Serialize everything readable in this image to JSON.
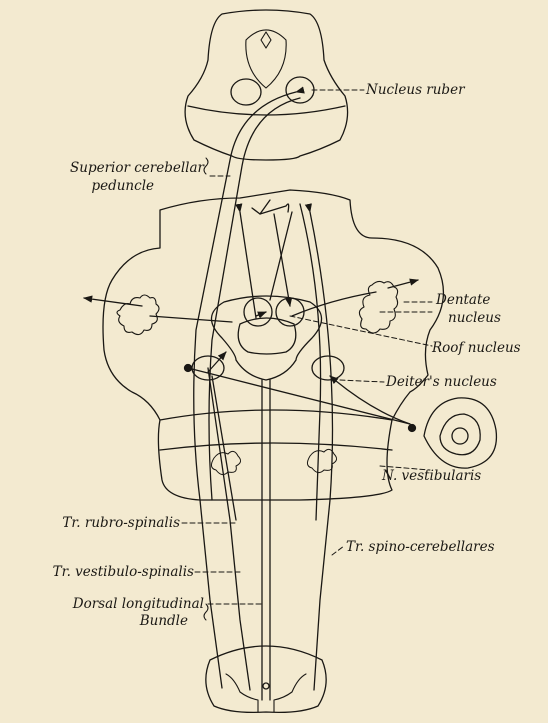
{
  "labels": {
    "nucleus_ruber": "Nucleus ruber",
    "superior_cerebellar": "Superior cerebellar",
    "peduncle": "peduncle",
    "dentate": "Dentate",
    "dentate_nucleus": "nucleus",
    "roof_nucleus": "Roof nucleus",
    "deiters_nucleus": "Deiter's nucleus",
    "n_vestibularis": "N. vestibularis",
    "tr_rubro_spinalis": "Tr. rubro-spinalis",
    "tr_spino_cerebellares": "Tr. spino-cerebellares",
    "tr_vestibulo_spinalis": "Tr. vestibulo-spinalis",
    "dorsal_longitudinal": "Dorsal longitudinal",
    "bundle": "Bundle"
  },
  "colors": {
    "background": "#f3ead0",
    "ink": "#1a1814"
  }
}
